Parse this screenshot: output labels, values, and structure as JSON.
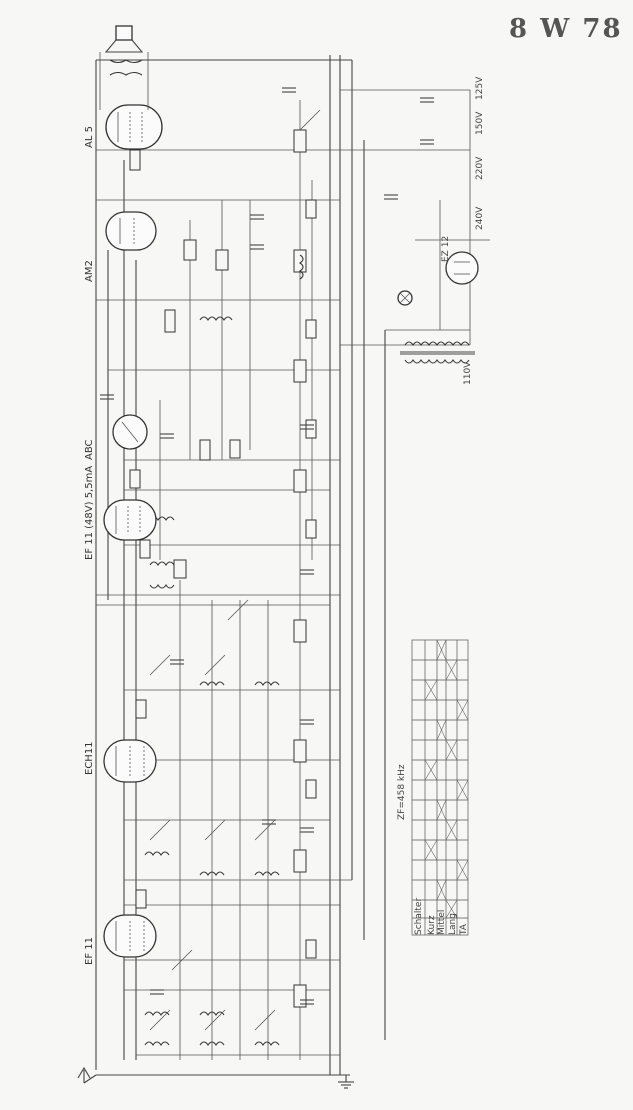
{
  "title": "8 W 78",
  "tubes": [
    {
      "id": "al5",
      "label": "AL 5"
    },
    {
      "id": "am2",
      "label": "AM2"
    },
    {
      "id": "abc",
      "label": "ABC"
    },
    {
      "id": "ef",
      "label": "EF 11 (48V) 5,5mA"
    },
    {
      "id": "ech11",
      "label": "ECH11"
    },
    {
      "id": "ef11",
      "label": "EF 11"
    },
    {
      "id": "ez12",
      "label": "EZ 12"
    }
  ],
  "if_label": "ZF=458 kHz",
  "table_rows": [
    "Schalter",
    "Kurz",
    "Mittel",
    "Lang",
    "TA"
  ],
  "mains": [
    "240V",
    "220V",
    "150V",
    "125V",
    "110V"
  ]
}
